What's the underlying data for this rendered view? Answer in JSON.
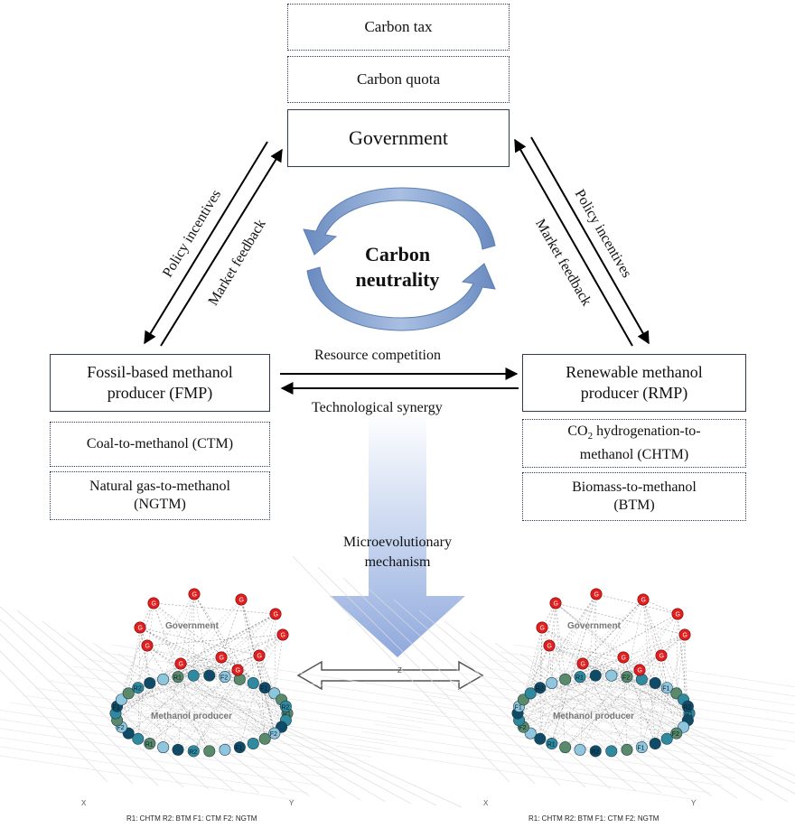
{
  "policy_boxes": {
    "carbon_tax": "Carbon tax",
    "carbon_quota": "Carbon quota"
  },
  "government": "Government",
  "center": {
    "line1": "Carbon",
    "line2": "neutrality"
  },
  "left_arrows": {
    "policy": "Policy incentives",
    "market": "Market feedback"
  },
  "right_arrows": {
    "policy": "Policy incentives",
    "market": "Market feedback"
  },
  "fmp": {
    "line1": "Fossil-based methanol",
    "line2": "producer (FMP)",
    "tech1": "Coal-to-methanol (CTM)",
    "tech2_line1": "Natural gas-to-methanol",
    "tech2_line2": "(NGTM)"
  },
  "rmp": {
    "line1": "Renewable methanol",
    "line2": "producer (RMP)",
    "tech1_line1_a": "CO",
    "tech1_line1_sub": "2",
    "tech1_line1_b": " hydrogenation-to-",
    "tech1_line2": "methanol (CHTM)",
    "tech2_line1": "Biomass-to-methanol",
    "tech2_line2": "(BTM)"
  },
  "interaction": {
    "top": "Resource competition",
    "bottom": "Technological synergy"
  },
  "micro": {
    "line1": "Microevolutionary",
    "line2": "mechanism"
  },
  "network": {
    "gov_label": "Government",
    "producer_label": "Methanol producer",
    "caption": "R1: CHTM  R2: BTM  F1: CTM  F2: NGTM",
    "axis_x": "X",
    "axis_y": "Y",
    "axis_z": "Z",
    "node_labels": [
      "R1",
      "R2",
      "F1",
      "F2"
    ]
  },
  "colors": {
    "box_border": "#2f3b52",
    "cycle_arrow": "#7d9bc9",
    "micro_arrow": "#9db3e0",
    "gov_node": "#e02020",
    "producer_dark": "#0f4a66",
    "producer_mid": "#2f8aa0",
    "producer_light": "#8fc6dd",
    "producer_green": "#5a8a6a"
  }
}
